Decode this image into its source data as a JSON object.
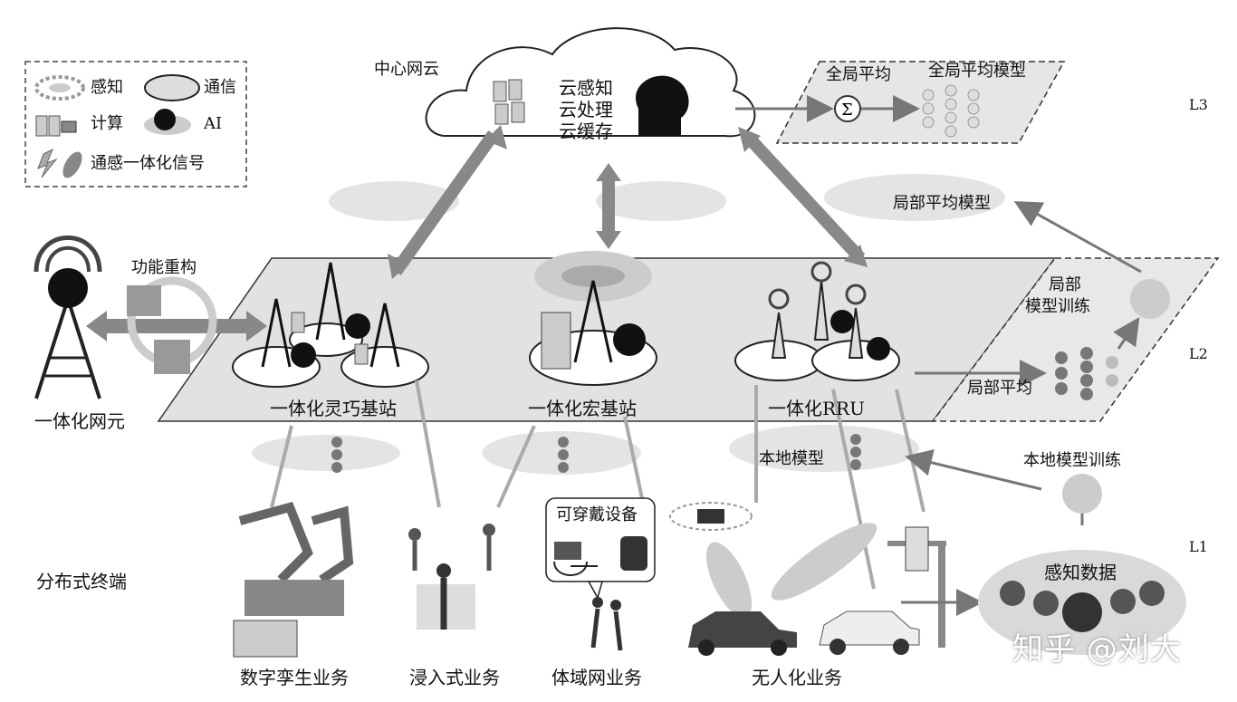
{
  "legend": {
    "sensing": "感知",
    "communication": "通信",
    "computing": "计算",
    "ai": "AI",
    "isac_signal": "通感一体化信号"
  },
  "layers": {
    "l3": "L3",
    "l2": "L2",
    "l1": "L1"
  },
  "cloud": {
    "title": "中心网云",
    "line1": "云感知",
    "line2": "云处理",
    "line3": "云缓存"
  },
  "global": {
    "avg": "全局平均",
    "model": "全局平均模型"
  },
  "local_layer": {
    "partial_model": "局部平均模型",
    "partial_training_1": "局部",
    "partial_training_2": "模型训练",
    "partial_avg": "局部平均"
  },
  "stations": {
    "reconfig": "功能重构",
    "element": "一体化网元",
    "flexible": "一体化灵巧基站",
    "macro": "一体化宏基站",
    "rru": "一体化RRU"
  },
  "terminal": {
    "local_model": "本地模型",
    "local_training": "本地模型训练",
    "wearable": "可穿戴设备",
    "sense_data": "感知数据",
    "distributed": "分布式终端"
  },
  "services": {
    "digital_twin": "数字孪生业务",
    "immersive": "浸入式业务",
    "body_area": "体域网业务",
    "unmanned": "无人化业务"
  },
  "watermark": "知乎 @刘大"
}
